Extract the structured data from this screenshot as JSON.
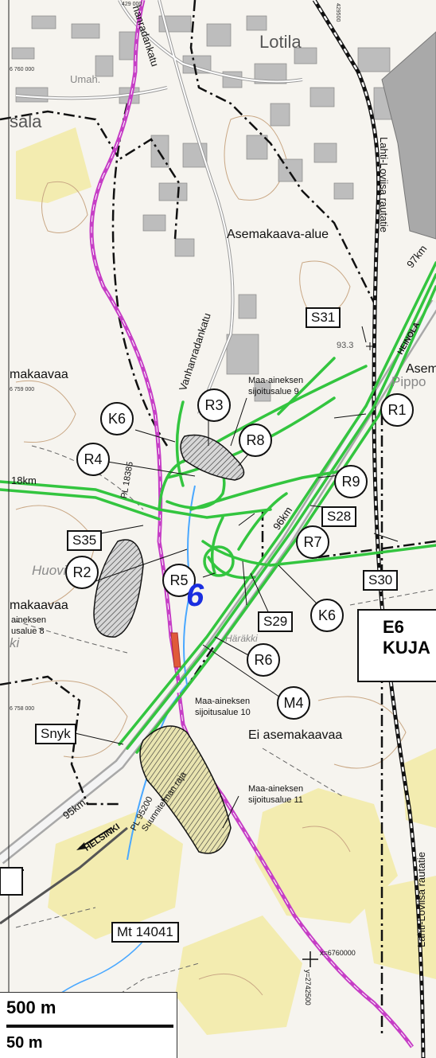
{
  "map": {
    "place_names": {
      "lotila": "Lotila",
      "umah": "Umah.",
      "sala": "sala",
      "huovi": "Huovi",
      "pippo": "Pippo",
      "haa": "Häräkki",
      "ki": "ki"
    },
    "streets": {
      "hanradankatu": "hanradankatu",
      "vanhanradankatu": "Vanhanradankatu"
    },
    "railway": {
      "label1": "Lahti-Loviisa rautatie",
      "label2": "Lahti-Loviisa rautatie"
    },
    "zoning": {
      "asemakaava_alue": "Asemakaava-alue",
      "ei_asemakaavaa": "Ei asemakaavaa",
      "makaavaa_top": "makaavaa",
      "makaavaa_mid": "makaavaa",
      "asem": "Asem"
    },
    "deposit_areas": {
      "area9_line1": "Maa-aineksen",
      "area9_line2": "sijoitusalue 9",
      "area8_line1": "aineksen",
      "area8_line2": "usalue 8",
      "area10_line1": "Maa-aineksen",
      "area10_line2": "sijoitusalue 10",
      "area11_line1": "Maa-aineksen",
      "area11_line2": "sijoitusalue 11"
    },
    "circle_markers": [
      "K6",
      "R3",
      "R8",
      "R1",
      "R4",
      "R9",
      "R7",
      "R2",
      "R5",
      "K6",
      "R6",
      "M4"
    ],
    "box_labels": [
      "S31",
      "S28",
      "S35",
      "S30",
      "S29",
      "Snyk",
      "Mt 14041"
    ],
    "km_labels": {
      "km97": "97km",
      "km96": "96km",
      "km18": "18km",
      "km95": "95km"
    },
    "pl_labels": {
      "pl18385": "PL 18385",
      "pl95200": "PL 95200",
      "suunnitelman_raja": "Suunnitelman raja"
    },
    "directions": {
      "helsinki": "HELSINKI",
      "heinola": "HEINOLA"
    },
    "big_number": "6",
    "e6_panel": {
      "line1": "E6",
      "line2": "KUJA"
    },
    "spot_height": "93.3",
    "coords": {
      "grid_top": "429 000",
      "grid_n1": "6 760 000",
      "grid_n2": "6 759 000",
      "grid_n3": "6 758 000",
      "grid_right": "429500",
      "x_label": "x=6760000",
      "y_label": "y=2742500"
    },
    "scale_bar": {
      "primary": "500 m",
      "secondary": "50 m"
    }
  }
}
